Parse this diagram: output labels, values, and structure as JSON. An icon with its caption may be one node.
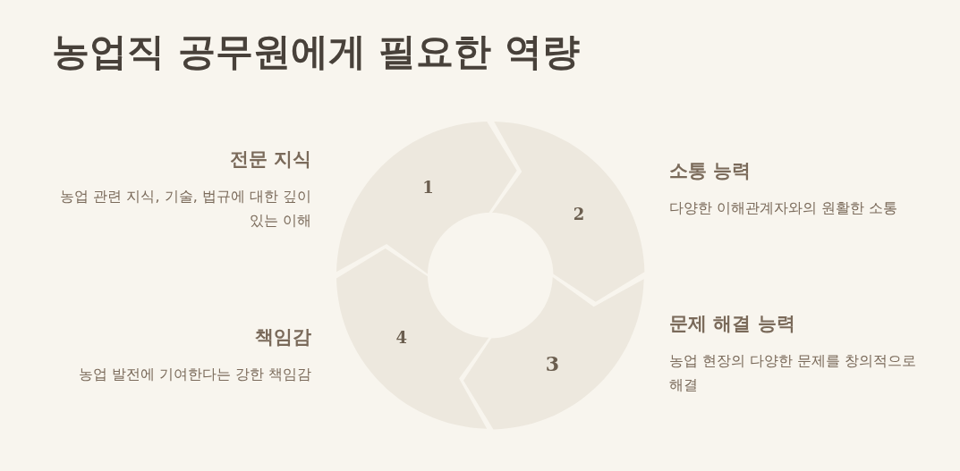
{
  "diagram": {
    "title": "농업직 공무원에게 필요한 역량",
    "nodes": [
      {
        "text": [
          "1"
        ],
        "beside": [
          "전문 지식",
          "농업 관련 지식, 기술, 법규에 대한 깊이 있는 이해"
        ]
      },
      {
        "text": [
          "2"
        ],
        "beside": [
          "소통 능력",
          "다양한 이해관계자와의 원활한 소통"
        ]
      },
      {
        "text": [
          "3"
        ],
        "beside": [
          "문제 해결 능력",
          "농업 현장의 다양한 문제를 창의적으로 해결"
        ]
      },
      {
        "text": [
          "4"
        ],
        "beside": [
          "책임감",
          "농업 발전에 기여한다는 강한 책임감"
        ]
      }
    ]
  }
}
